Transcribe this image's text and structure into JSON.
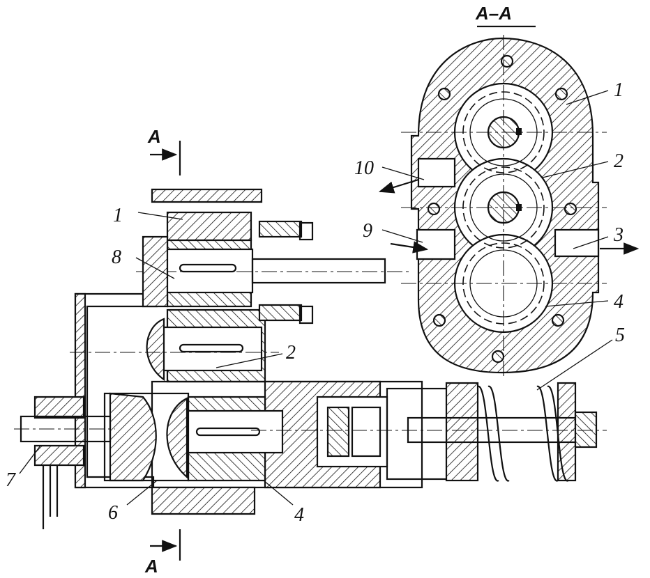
{
  "section_title": "A–A",
  "section_marks": {
    "top": "A",
    "bottom": "A"
  },
  "callouts": {
    "side_view": [
      "1",
      "8",
      "2",
      "7",
      "6",
      "4",
      "5"
    ],
    "section_view": [
      "1",
      "2",
      "10",
      "9",
      "3",
      "4"
    ]
  }
}
